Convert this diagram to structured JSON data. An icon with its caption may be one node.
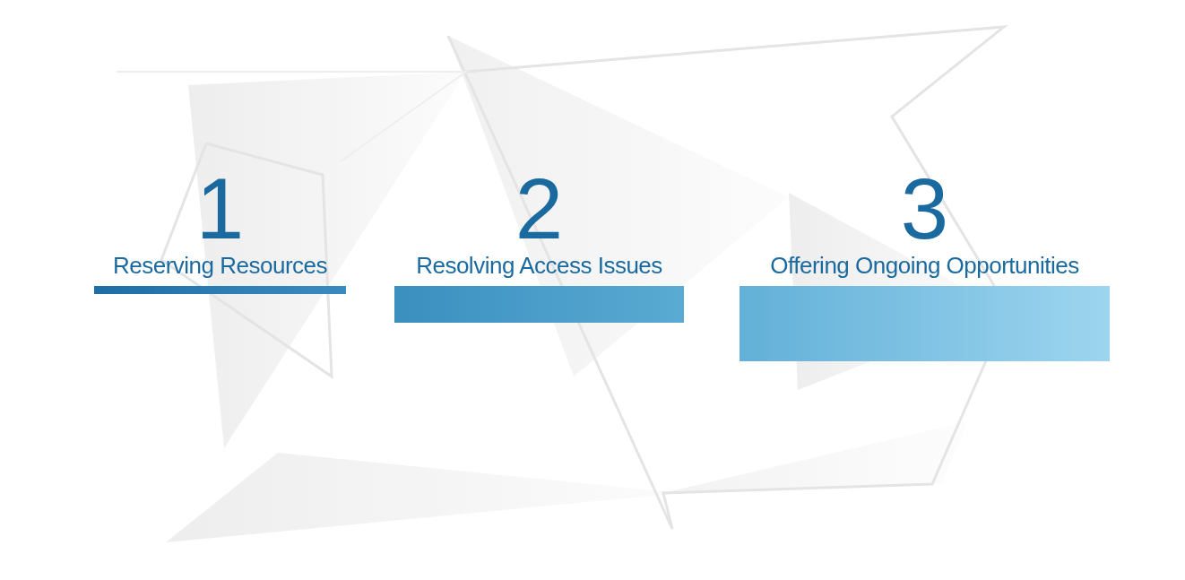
{
  "diagram": {
    "nodes": [
      {
        "text": [
          "1",
          "Reserving Resources"
        ]
      },
      {
        "text": [
          "2",
          "Resolving Access Issues"
        ]
      },
      {
        "text": [
          "3",
          "Offering Ongoing Opportunities"
        ]
      }
    ]
  }
}
